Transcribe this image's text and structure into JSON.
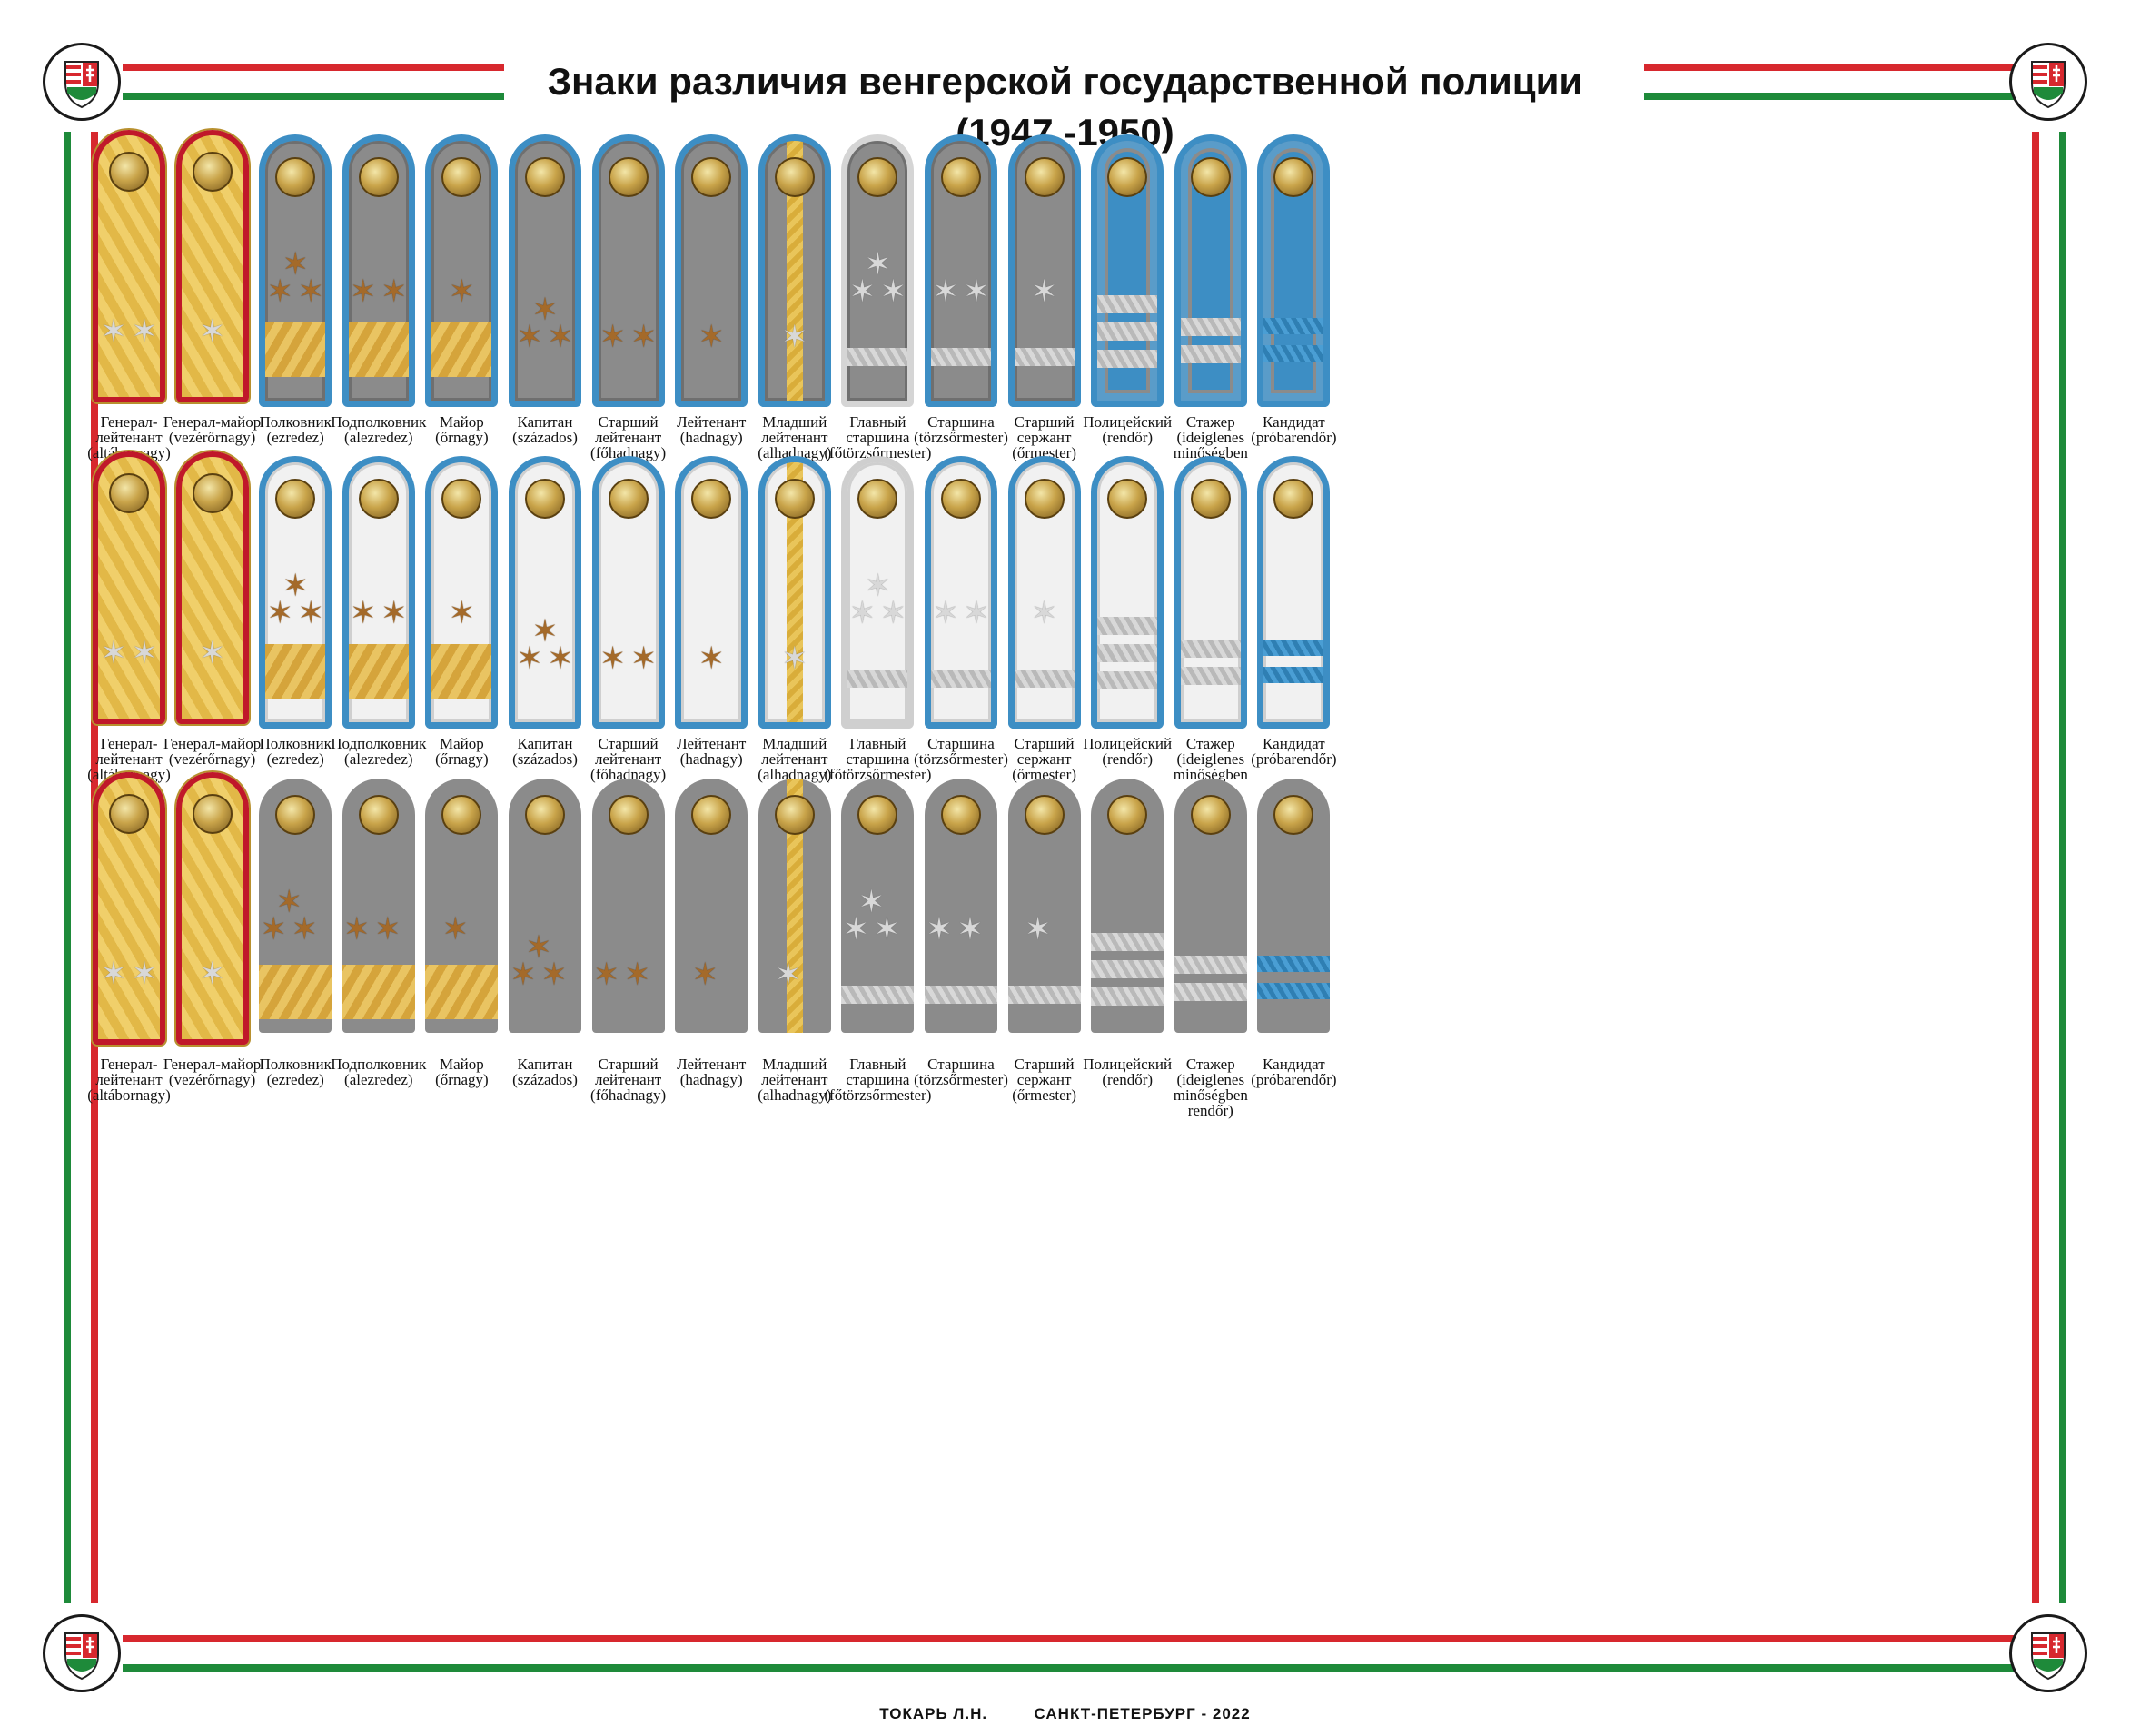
{
  "title": {
    "line1": "Знаки различия венгерской государственной полиции",
    "line2": "(1947 -1950)"
  },
  "footer": {
    "author": "ТОКАРЬ Л.Н.",
    "place_year": "САНКТ-ПЕТЕРБУРГ - 2022"
  },
  "colors": {
    "red": "#d7282e",
    "green": "#1e8a3a",
    "gold": "#e2b847",
    "piping_red": "#c0182a",
    "police_blue": "#3d8ec4",
    "cloth_gray": "#8b8b8b",
    "cloth_white": "#f1f1f1",
    "silver": "#cfcfcf",
    "bronze_star": "#a46a2a",
    "silver_star": "#d8d8d8"
  },
  "ranks": [
    {
      "name": "Генерал-",
      "name2": "лейтенант",
      "hu": "(altábornagy)",
      "kind": "general",
      "stars": 2,
      "star_color": "silver",
      "layout": "pair-low"
    },
    {
      "name": "Генерал-майор",
      "name2": "",
      "hu": "(vezérőrnagy)",
      "kind": "general",
      "stars": 1,
      "star_color": "silver",
      "layout": "single-low"
    },
    {
      "name": "Полковник",
      "name2": "",
      "hu": "(ezredez)",
      "kind": "officer",
      "stars": 3,
      "star_color": "bronze",
      "layout": "triangle",
      "gold_bar": true
    },
    {
      "name": "Подполковник",
      "name2": "",
      "hu": "(alezredez)",
      "kind": "officer",
      "stars": 2,
      "star_color": "bronze",
      "layout": "pair",
      "gold_bar": true
    },
    {
      "name": "Майор",
      "name2": "",
      "hu": "(őrnagy)",
      "kind": "officer",
      "stars": 1,
      "star_color": "bronze",
      "layout": "single",
      "gold_bar": true
    },
    {
      "name": "Капитан",
      "name2": "",
      "hu": "(százados)",
      "kind": "officer",
      "stars": 3,
      "star_color": "bronze",
      "layout": "triangle-low"
    },
    {
      "name": "Старший",
      "name2": "лейтенант",
      "hu": "(főhadnagy)",
      "kind": "officer",
      "stars": 2,
      "star_color": "bronze",
      "layout": "pair-low"
    },
    {
      "name": "Лейтенант",
      "name2": "",
      "hu": "(hadnagy)",
      "kind": "officer",
      "stars": 1,
      "star_color": "bronze",
      "layout": "single-low"
    },
    {
      "name": "Младший",
      "name2": "лейтенант",
      "hu": "(alhadnagy)",
      "kind": "junior",
      "stars": 1,
      "star_color": "silver",
      "layout": "single-low"
    },
    {
      "name": "Главный",
      "name2": "старшина",
      "hu": "(főtörzsőrmester)",
      "kind": "nco",
      "stars": 3,
      "star_color": "silver",
      "layout": "triangle",
      "silver_bars": 1
    },
    {
      "name": "Старшина",
      "name2": "",
      "hu": "(törzsőrmester)",
      "kind": "nco-blue",
      "stars": 2,
      "star_color": "silver",
      "layout": "pair",
      "silver_bars": 1
    },
    {
      "name": "Старший",
      "name2": "сержант",
      "hu": "(őrmester)",
      "kind": "nco-blue",
      "stars": 1,
      "star_color": "silver",
      "layout": "single",
      "silver_bars": 1
    },
    {
      "name": "Полицейский",
      "name2": "",
      "hu": "(rendőr)",
      "kind": "private",
      "stars": 0,
      "silver_bars": 3
    },
    {
      "name": "Стажер",
      "name2": "(ideiglenes",
      "hu": "minőségben rendőr)",
      "kind": "private",
      "stars": 0,
      "silver_bars": 2
    },
    {
      "name": "Кандидат",
      "name2": "",
      "hu": "(próbarendőr)",
      "kind": "candidate",
      "stars": 0,
      "blue_bars": 2
    }
  ]
}
